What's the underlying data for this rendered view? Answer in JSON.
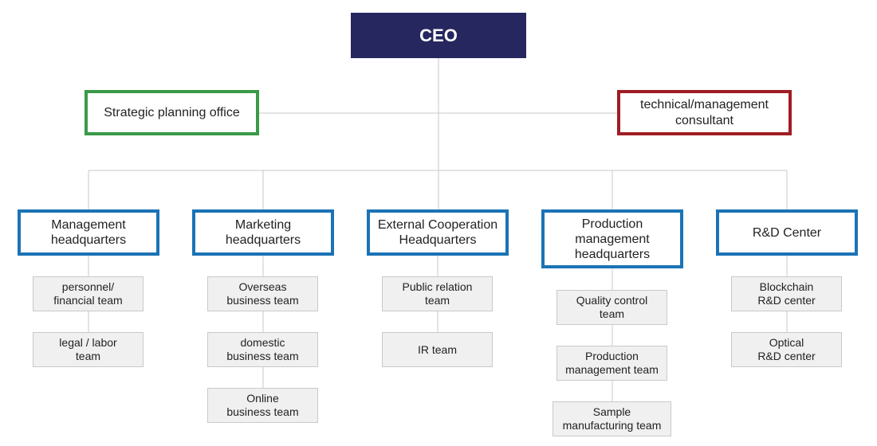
{
  "colors": {
    "ceo_fill": "#26275f",
    "strategic_border": "#3a9a47",
    "consultant_border": "#a01c24",
    "hq_border": "#1b73b6",
    "team_fill": "#f0f0f0",
    "line": "#c8c8c8"
  },
  "ceo": {
    "label": "CEO"
  },
  "strategic_office": {
    "label": "Strategic planning office"
  },
  "consultant": {
    "label": "technical/management\nconsultant"
  },
  "headquarters": [
    {
      "label": "Management\nheadquarters",
      "teams": [
        "personnel/\nfinancial team",
        "legal / labor\nteam"
      ]
    },
    {
      "label": "Marketing\nheadquarters",
      "teams": [
        "Overseas\nbusiness team",
        "domestic\nbusiness team",
        "Online\nbusiness team"
      ]
    },
    {
      "label": "External Cooperation\nHeadquarters",
      "teams": [
        "Public relation\nteam",
        "IR team"
      ]
    },
    {
      "label": "Production\nmanagement\nheadquarters",
      "teams": [
        "Quality control\nteam",
        "Production\nmanagement team",
        "Sample\nmanufacturing team"
      ]
    },
    {
      "label": "R&D Center",
      "teams": [
        "Blockchain\nR&D center",
        "Optical\nR&D center"
      ]
    }
  ]
}
